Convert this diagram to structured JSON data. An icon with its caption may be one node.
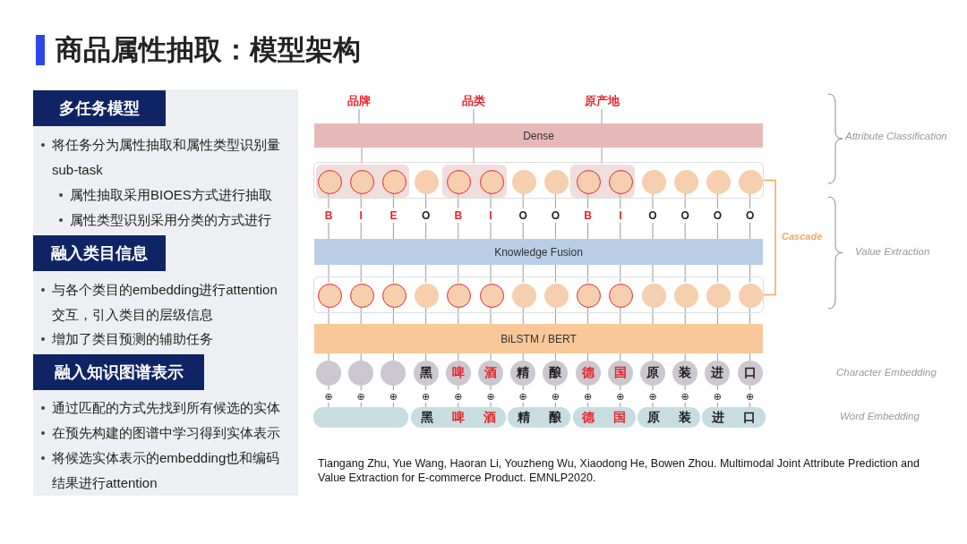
{
  "diagram": {
    "title": "商品属性抽取：模型架构",
    "nodes": [
      {
        "text": [
          "多任务模型"
        ]
      },
      {
        "text": [
          "融入类目信息"
        ]
      },
      {
        "text": [
          "融入知识图谱表示"
        ]
      },
      {
        "text": [
          "品牌"
        ]
      },
      {
        "text": [
          "品类"
        ]
      },
      {
        "text": [
          "原产地"
        ]
      },
      {
        "text": [
          "Dense"
        ]
      },
      {
        "text": [],
        "shape": "box"
      },
      {
        "text": [],
        "shape": "box",
        "in": 7
      },
      {
        "text": [],
        "shape": "box",
        "in": 7
      },
      {
        "text": [],
        "shape": "box",
        "in": 7
      },
      {
        "text": [],
        "shape": "circle",
        "in": 8
      },
      {
        "text": [],
        "shape": "circle",
        "in": 8
      },
      {
        "text": [],
        "shape": "circle",
        "in": 8
      },
      {
        "text": [],
        "shape": "circle",
        "in": 7
      },
      {
        "text": [],
        "shape": "circle",
        "in": 9
      },
      {
        "text": [],
        "shape": "circle",
        "in": 9
      },
      {
        "text": [],
        "shape": "circle",
        "in": 7
      },
      {
        "text": [],
        "shape": "circle",
        "in": 7
      },
      {
        "text": [],
        "shape": "circle",
        "in": 10
      },
      {
        "text": [],
        "shape": "circle",
        "in": 10
      },
      {
        "text": [],
        "shape": "circle",
        "in": 7
      },
      {
        "text": [],
        "shape": "circle",
        "in": 7
      },
      {
        "text": [],
        "shape": "circle",
        "in": 7
      },
      {
        "text": [],
        "shape": "circle",
        "in": 7
      },
      {
        "text": [
          "Knowledge Fusion"
        ]
      },
      {
        "text": [],
        "shape": "box"
      },
      {
        "text": [],
        "shape": "circle",
        "in": 26
      },
      {
        "text": [],
        "shape": "circle",
        "in": 26
      },
      {
        "text": [],
        "shape": "circle",
        "in": 26
      },
      {
        "text": [],
        "shape": "circle",
        "in": 26
      },
      {
        "text": [],
        "shape": "circle",
        "in": 26
      },
      {
        "text": [],
        "shape": "circle",
        "in": 26
      },
      {
        "text": [],
        "shape": "circle",
        "in": 26
      },
      {
        "text": [],
        "shape": "circle",
        "in": 26
      },
      {
        "text": [],
        "shape": "circle",
        "in": 26
      },
      {
        "text": [],
        "shape": "circle",
        "in": 26
      },
      {
        "text": [],
        "shape": "circle",
        "in": 26
      },
      {
        "text": [],
        "shape": "circle",
        "in": 26
      },
      {
        "text": [],
        "shape": "circle",
        "in": 26
      },
      {
        "text": [],
        "shape": "circle",
        "in": 26
      },
      {
        "text": [
          "BiLSTM / BERT"
        ]
      },
      {
        "text": [],
        "shape": "circle"
      },
      {
        "text": [],
        "shape": "circle"
      },
      {
        "text": [],
        "shape": "circle"
      },
      {
        "text": [
          "黑"
        ]
      },
      {
        "text": [
          "啤"
        ]
      },
      {
        "text": [
          "酒"
        ]
      },
      {
        "text": [
          "精"
        ]
      },
      {
        "text": [
          "酿"
        ]
      },
      {
        "text": [
          "德"
        ]
      },
      {
        "text": [
          "国"
        ]
      },
      {
        "text": [
          "原"
        ]
      },
      {
        "text": [
          "装"
        ]
      },
      {
        "text": [
          "进"
        ]
      },
      {
        "text": [
          "口"
        ]
      },
      {
        "text": [],
        "shape": "box"
      },
      {
        "text": [
          "黑啤酒"
        ]
      },
      {
        "text": [
          "精酿"
        ]
      },
      {
        "text": [
          "德国"
        ]
      },
      {
        "text": [
          "原装"
        ]
      },
      {
        "text": [
          "进口"
        ]
      }
    ],
    "edges": [
      {
        "from": 3,
        "to": 6,
        "arrow": "none"
      },
      {
        "from": 4,
        "to": 6,
        "arrow": "none"
      },
      {
        "from": 5,
        "to": 6,
        "arrow": "none"
      },
      {
        "from": 6,
        "to": 8,
        "arrow": "none"
      },
      {
        "from": 6,
        "to": 9,
        "arrow": "none"
      },
      {
        "from": 6,
        "to": 10,
        "arrow": "none"
      },
      {
        "from": 11,
        "to": 25,
        "arrow": "none",
        "label": "B"
      },
      {
        "from": 12,
        "to": 25,
        "arrow": "none",
        "label": "I"
      },
      {
        "from": 13,
        "to": 25,
        "arrow": "none",
        "label": "E"
      },
      {
        "from": 14,
        "to": 25,
        "arrow": "none",
        "label": "O"
      },
      {
        "from": 15,
        "to": 25,
        "arrow": "none",
        "label": "B"
      },
      {
        "from": 16,
        "to": 25,
        "arrow": "none",
        "label": "I"
      },
      {
        "from": 17,
        "to": 25,
        "arrow": "none",
        "label": "O"
      },
      {
        "from": 18,
        "to": 25,
        "arrow": "none",
        "label": "O"
      },
      {
        "from": 19,
        "to": 25,
        "arrow": "none",
        "label": "B"
      },
      {
        "from": 20,
        "to": 25,
        "arrow": "none",
        "label": "I"
      },
      {
        "from": 21,
        "to": 25,
        "arrow": "none",
        "label": "O"
      },
      {
        "from": 22,
        "to": 25,
        "arrow": "none",
        "label": "O"
      },
      {
        "from": 23,
        "to": 25,
        "arrow": "none",
        "label": "O"
      },
      {
        "from": 24,
        "to": 25,
        "arrow": "none",
        "label": "O"
      },
      {
        "from": 25,
        "to": 27,
        "arrow": "none"
      },
      {
        "from": 25,
        "to": 28,
        "arrow": "none"
      },
      {
        "from": 25,
        "to": 29,
        "arrow": "none"
      },
      {
        "from": 25,
        "to": 30,
        "arrow": "none"
      },
      {
        "from": 25,
        "to": 31,
        "arrow": "none"
      },
      {
        "from": 25,
        "to": 32,
        "arrow": "none"
      },
      {
        "from": 25,
        "to": 33,
        "arrow": "none"
      },
      {
        "from": 25,
        "to": 34,
        "arrow": "none"
      },
      {
        "from": 25,
        "to": 35,
        "arrow": "none"
      },
      {
        "from": 25,
        "to": 36,
        "arrow": "none"
      },
      {
        "from": 25,
        "to": 37,
        "arrow": "none"
      },
      {
        "from": 25,
        "to": 38,
        "arrow": "none"
      },
      {
        "from": 25,
        "to": 39,
        "arrow": "none"
      },
      {
        "from": 25,
        "to": 40,
        "arrow": "none"
      },
      {
        "from": 27,
        "to": 41,
        "arrow": "none"
      },
      {
        "from": 28,
        "to": 41,
        "arrow": "none"
      },
      {
        "from": 29,
        "to": 41,
        "arrow": "none"
      },
      {
        "from": 30,
        "to": 41,
        "arrow": "none"
      },
      {
        "from": 31,
        "to": 41,
        "arrow": "none"
      },
      {
        "from": 32,
        "to": 41,
        "arrow": "none"
      },
      {
        "from": 33,
        "to": 41,
        "arrow": "none"
      },
      {
        "from": 34,
        "to": 41,
        "arrow": "none"
      },
      {
        "from": 35,
        "to": 41,
        "arrow": "none"
      },
      {
        "from": 36,
        "to": 41,
        "arrow": "none"
      },
      {
        "from": 37,
        "to": 41,
        "arrow": "none"
      },
      {
        "from": 38,
        "to": 41,
        "arrow": "none"
      },
      {
        "from": 39,
        "to": 41,
        "arrow": "none"
      },
      {
        "from": 40,
        "to": 41,
        "arrow": "none"
      },
      {
        "from": 41,
        "to": 42,
        "arrow": "none"
      },
      {
        "from": 41,
        "to": 43,
        "arrow": "none"
      },
      {
        "from": 41,
        "to": 44,
        "arrow": "none"
      },
      {
        "from": 41,
        "to": 45,
        "arrow": "none"
      },
      {
        "from": 41,
        "to": 46,
        "arrow": "none"
      },
      {
        "from": 41,
        "to": 47,
        "arrow": "none"
      },
      {
        "from": 41,
        "to": 48,
        "arrow": "none"
      },
      {
        "from": 41,
        "to": 49,
        "arrow": "none"
      },
      {
        "from": 41,
        "to": 50,
        "arrow": "none"
      },
      {
        "from": 41,
        "to": 51,
        "arrow": "none"
      },
      {
        "from": 41,
        "to": 52,
        "arrow": "none"
      },
      {
        "from": 41,
        "to": 53,
        "arrow": "none"
      },
      {
        "from": 41,
        "to": 54,
        "arrow": "none"
      },
      {
        "from": 41,
        "to": 55,
        "arrow": "none"
      },
      {
        "from": 42,
        "to": 56,
        "arrow": "none",
        "label": "⊕"
      },
      {
        "from": 43,
        "to": 56,
        "arrow": "none",
        "label": "⊕"
      },
      {
        "from": 44,
        "to": 56,
        "arrow": "none",
        "label": "⊕"
      },
      {
        "from": 45,
        "to": 57,
        "arrow": "none",
        "label": "⊕"
      },
      {
        "from": 46,
        "to": 57,
        "arrow": "none",
        "label": "⊕"
      },
      {
        "from": 47,
        "to": 57,
        "arrow": "none",
        "label": "⊕"
      },
      {
        "from": 48,
        "to": 58,
        "arrow": "none",
        "label": "⊕"
      },
      {
        "from": 49,
        "to": 58,
        "arrow": "none",
        "label": "⊕"
      },
      {
        "from": 50,
        "to": 59,
        "arrow": "none",
        "label": "⊕"
      },
      {
        "from": 51,
        "to": 59,
        "arrow": "none",
        "label": "⊕"
      },
      {
        "from": 52,
        "to": 60,
        "arrow": "none",
        "label": "⊕"
      },
      {
        "from": 53,
        "to": 60,
        "arrow": "none",
        "label": "⊕"
      },
      {
        "from": 54,
        "to": 61,
        "arrow": "none",
        "label": "⊕"
      },
      {
        "from": 55,
        "to": 61,
        "arrow": "none",
        "label": "⊕"
      },
      {
        "from": 7,
        "to": 26,
        "arrow": "none",
        "label": "Cascade",
        "color": "#f0a860"
      }
    ],
    "labels": [
      "将任务分为属性抽取和属性类型识别量sub-task",
      "属性抽取采用BIOES方式进行抽取",
      "属性类型识别采用分类的方式进行",
      "与各个类目的embedding进行attention交互，引入类目的层级信息",
      "增加了类目预测的辅助任务",
      "通过匹配的方式先找到所有候选的实体",
      "在预先构建的图谱中学习得到实体表示",
      "将候选实体表示的embedding也和编码结果进行attention",
      "Attribute Classification",
      "Value Extraction",
      "Character Embedding",
      "Word Embedding",
      "Tiangang Zhu, Yue Wang, Haoran Li, Youzheng Wu, Xiaodong He, Bowen Zhou. Multimodal Joint Attribute Prediction and Value Extraction for E-commerce Product. EMNLP2020."
    ]
  }
}
